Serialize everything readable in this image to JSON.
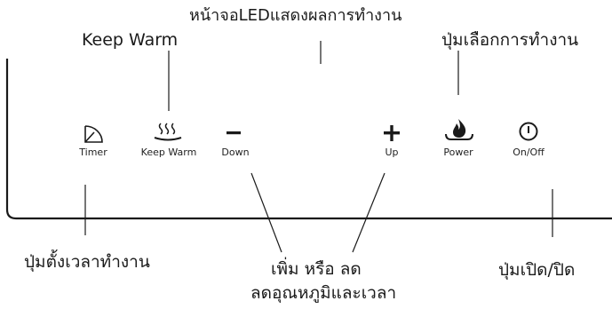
{
  "callouts": {
    "led_display": "หน้าจอLEDแสดงผลการทำงาน",
    "keep_warm": "Keep Warm",
    "mode_select": "ปุ่มเลือกการทำงาน",
    "timer": "ปุ่มตั้งเวลาทำงาน",
    "adjust_line1": "เพิ่ม หรือ ลด",
    "adjust_line2": "ลดอุณหภูมิและเวลา",
    "power_toggle": "ปุ่มเปิด/ปิด"
  },
  "buttons": [
    {
      "key": "timer",
      "label": "Timer",
      "icon": "timer-icon"
    },
    {
      "key": "keep_warm",
      "label": "Keep Warm",
      "icon": "steam-icon"
    },
    {
      "key": "down",
      "label": "Down",
      "icon": "minus-icon"
    },
    {
      "key": "up",
      "label": "Up",
      "icon": "plus-icon"
    },
    {
      "key": "power",
      "label": "Power",
      "icon": "flame-icon"
    },
    {
      "key": "on_off",
      "label": "On/Off",
      "icon": "power-icon"
    }
  ]
}
